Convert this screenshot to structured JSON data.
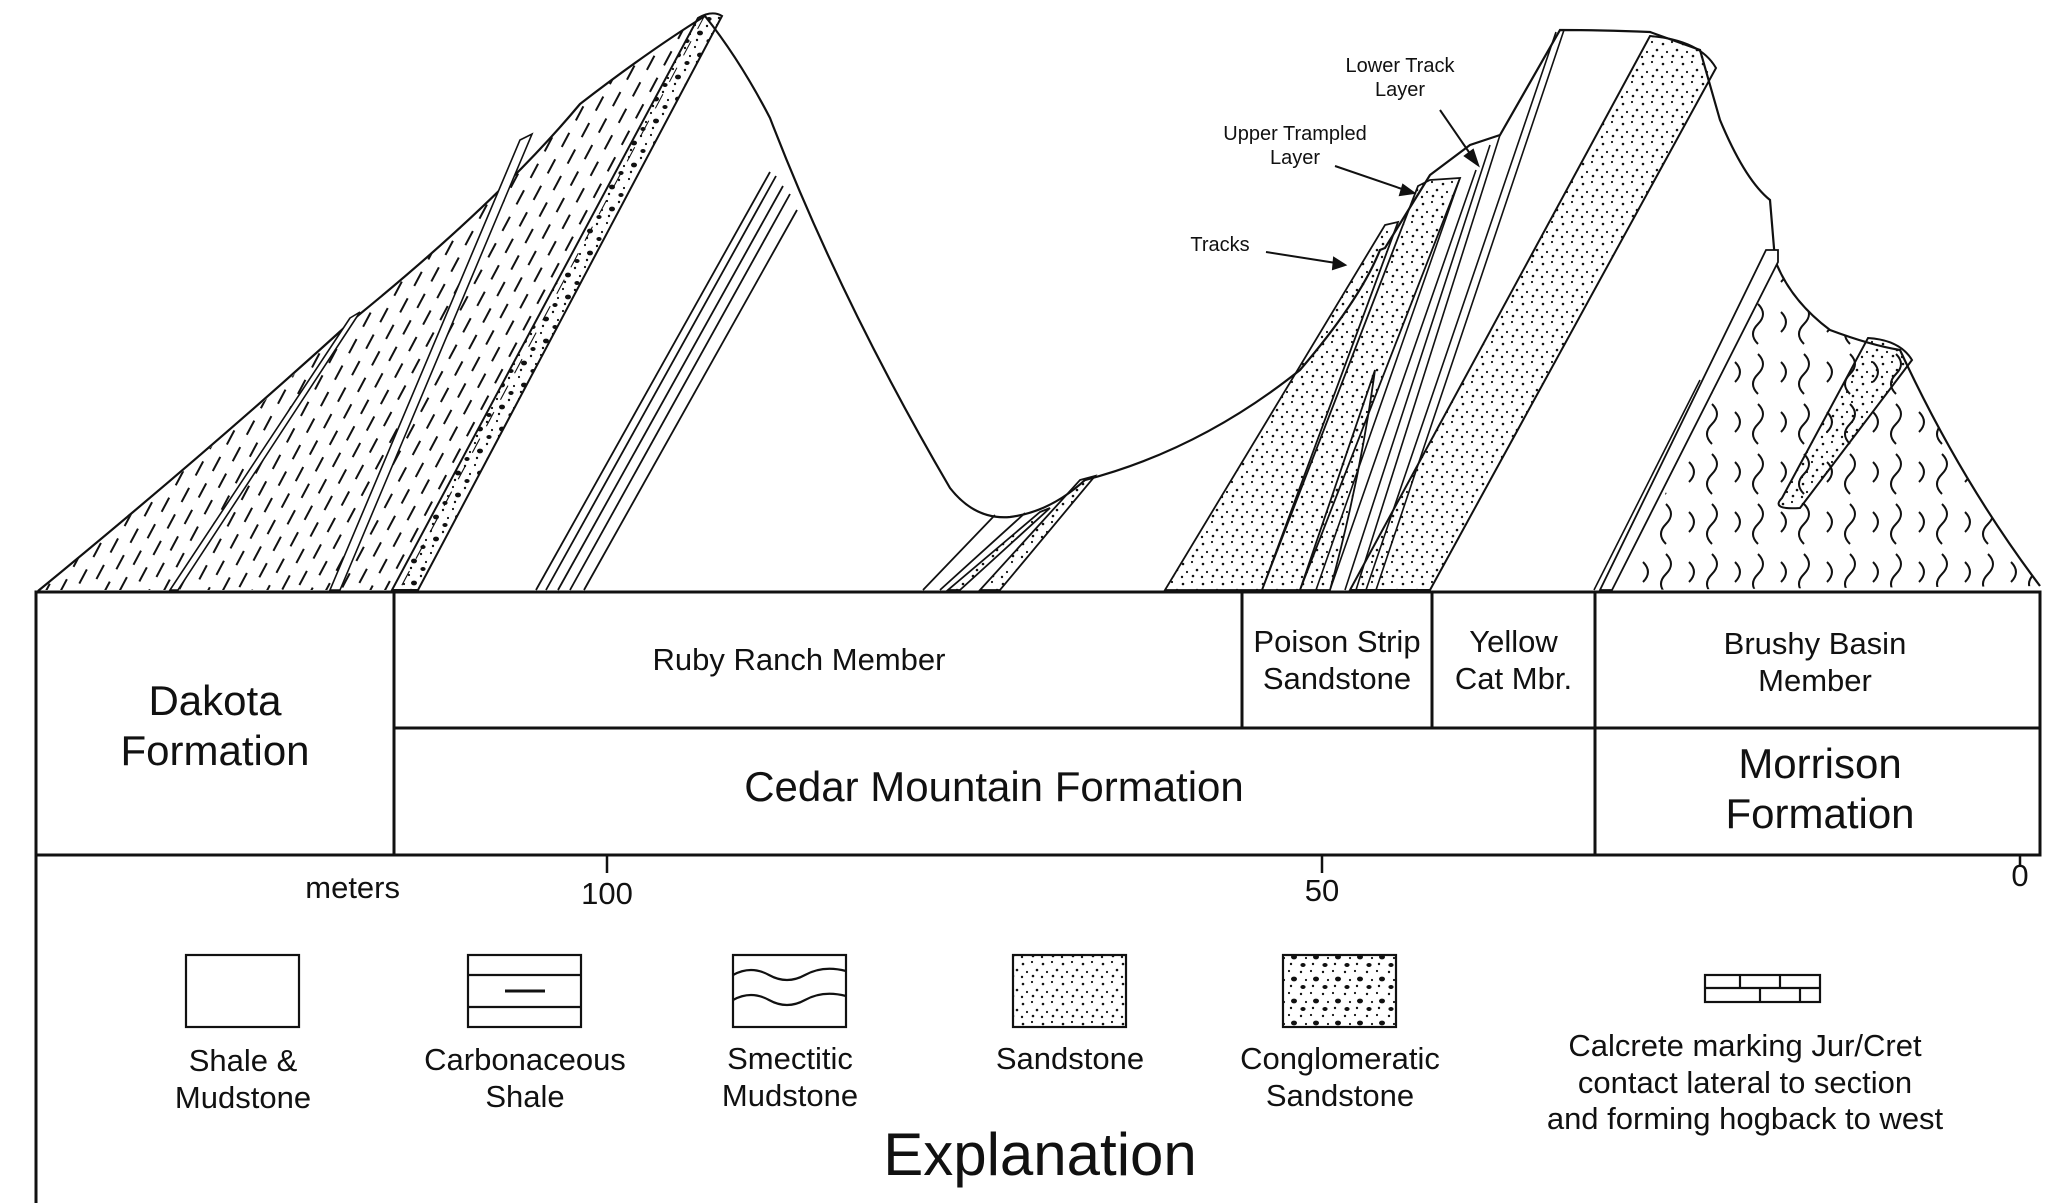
{
  "annotations": {
    "lower_track": [
      "Lower Track",
      "Layer"
    ],
    "upper_trampled": [
      "Upper Trampled",
      "Layer"
    ],
    "tracks": "Tracks"
  },
  "units": {
    "dakota": [
      "Dakota",
      "Formation"
    ],
    "ruby_ranch": "Ruby Ranch Member",
    "poison_strip": [
      "Poison Strip",
      "Sandstone"
    ],
    "yellow_cat": [
      "Yellow",
      "Cat Mbr."
    ],
    "brushy_basin": [
      "Brushy Basin",
      "Member"
    ],
    "cedar_mountain": "Cedar Mountain Formation",
    "morrison": [
      "Morrison",
      "Formation"
    ]
  },
  "scale": {
    "unit": "meters",
    "ticks": [
      "100",
      "50",
      "0"
    ]
  },
  "legend": {
    "title": "Explanation",
    "items": [
      {
        "id": "shale",
        "label": [
          "Shale &",
          "Mudstone"
        ]
      },
      {
        "id": "carbonaceous",
        "label": [
          "Carbonaceous",
          "Shale"
        ]
      },
      {
        "id": "smectitic",
        "label": [
          "Smectitic",
          "Mudstone"
        ]
      },
      {
        "id": "sandstone",
        "label": [
          "Sandstone"
        ]
      },
      {
        "id": "conglomeratic",
        "label": [
          "Conglomeratic",
          "Sandstone"
        ]
      },
      {
        "id": "calcrete",
        "label": [
          "Calcrete  marking Jur/Cret",
          "contact lateral to section",
          "and forming hogback to west"
        ]
      }
    ]
  }
}
